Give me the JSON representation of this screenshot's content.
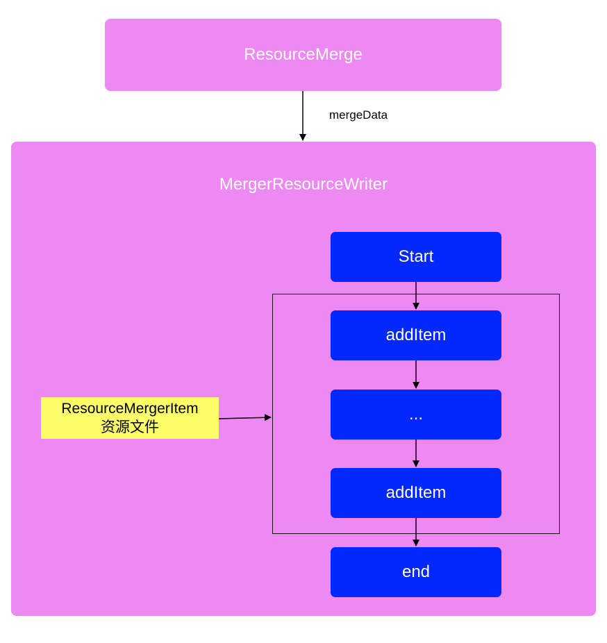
{
  "diagram": {
    "top_box_label": "ResourceMerge",
    "edge_label": "mergeData",
    "outer_box_label": "MergerResourceWriter",
    "steps": {
      "start": "Start",
      "add_item_1": "addItem",
      "ellipsis": "...",
      "add_item_2": "addItem",
      "end": "end"
    },
    "note": {
      "line1": "ResourceMergerItem",
      "line2": "资源文件"
    },
    "colors": {
      "container": "#ee88f3",
      "step": "#0228fb",
      "note": "#fcfd67",
      "text_light": "#ffffff",
      "text_dark": "#000000"
    }
  }
}
